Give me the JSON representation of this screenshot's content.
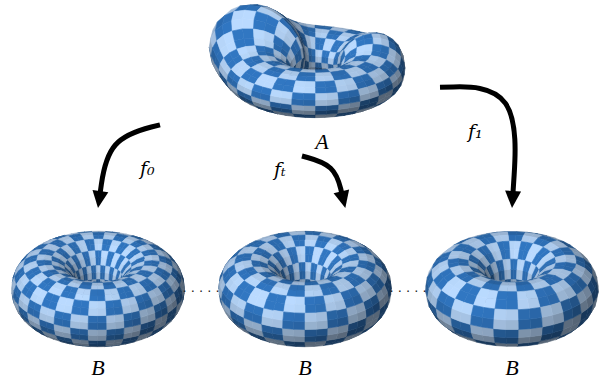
{
  "diagram": {
    "nodes": [
      {
        "text": [
          "A"
        ]
      },
      {
        "text": [
          "B"
        ]
      },
      {
        "text": [
          "B"
        ]
      },
      {
        "text": [
          "B"
        ]
      }
    ],
    "edges": [
      {
        "from": 0,
        "to": 1,
        "arrow": "to",
        "label": "f₀"
      },
      {
        "from": 0,
        "to": 2,
        "arrow": "to",
        "label": "fₜ"
      },
      {
        "from": 0,
        "to": 3,
        "arrow": "to",
        "label": "f₁"
      }
    ],
    "labels": [
      "· · · · ·",
      "· · · · ·"
    ]
  }
}
